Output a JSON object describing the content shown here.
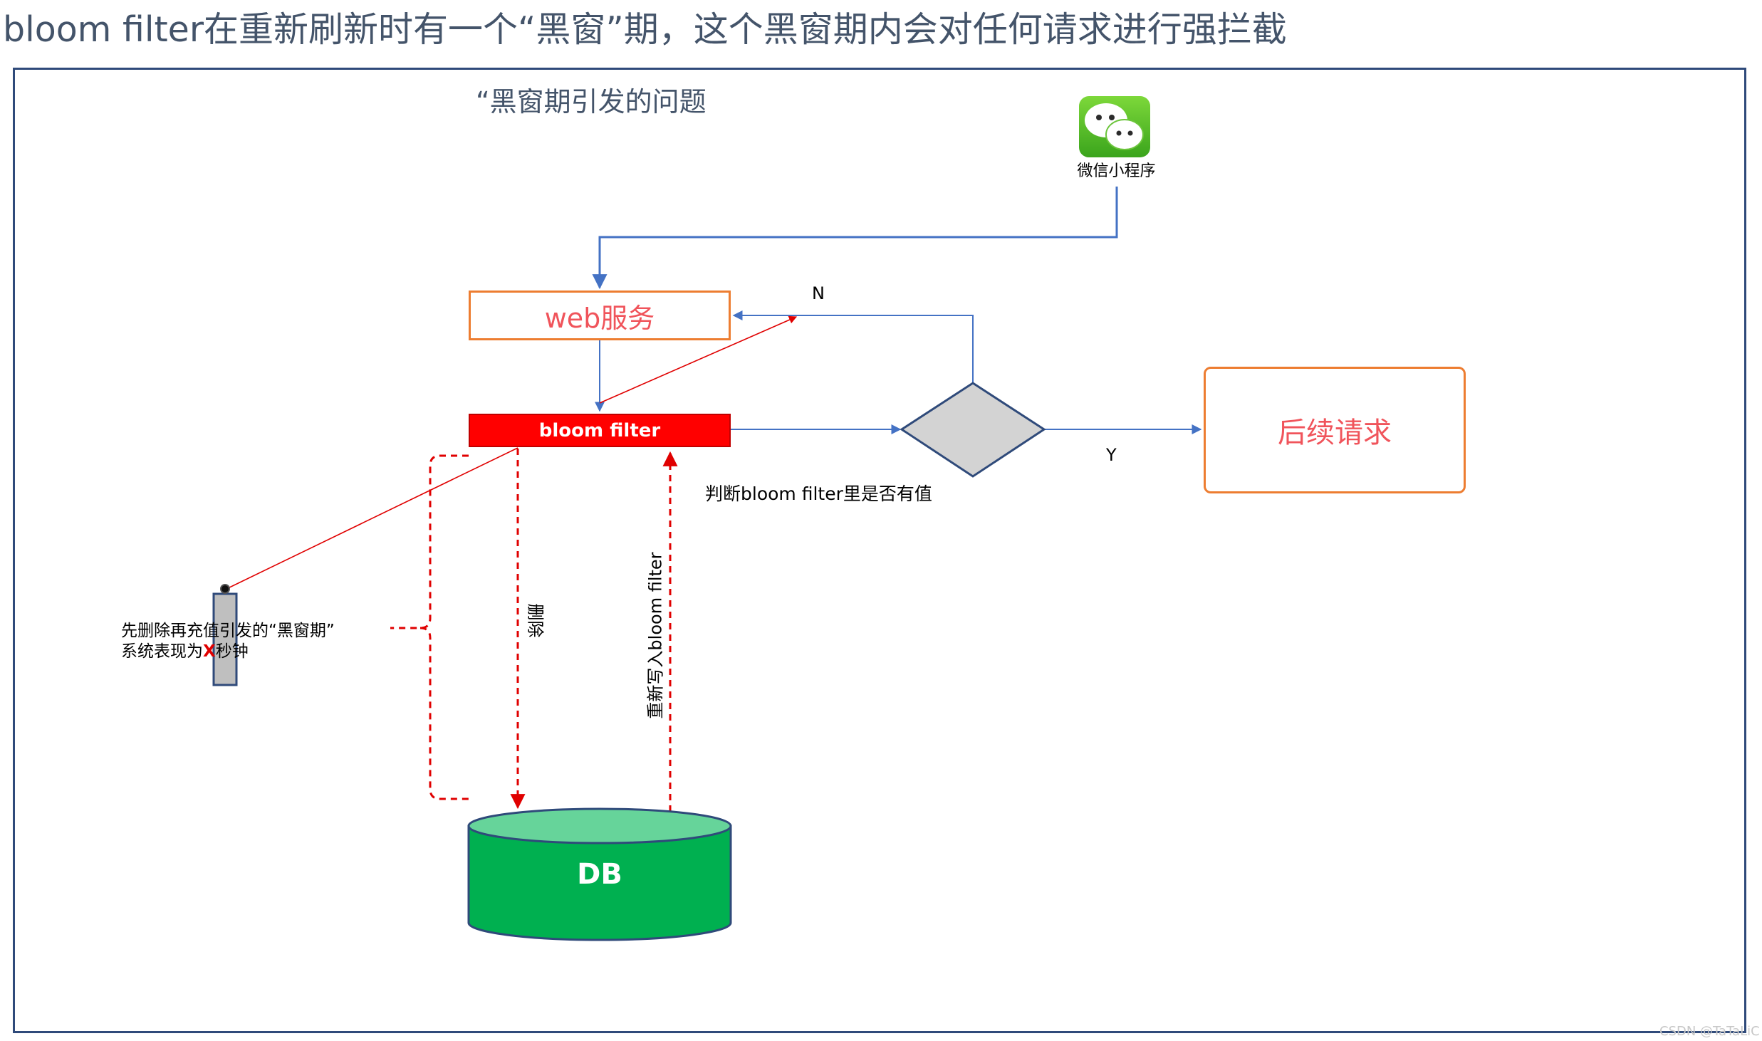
{
  "page_title": "bloom filter在重新刷新时有一个“黑窗”期，这个黑窗期内会对任何请求进行强拦截",
  "subtitle": "“黑窗期引发的问题",
  "nodes": {
    "wechat_label": "微信小程序",
    "web_service": "web服务",
    "bloom_filter": "bloom filter",
    "follow_up": "后续请求",
    "db": "DB"
  },
  "edge_labels": {
    "n": "N",
    "y": "Y",
    "judge": "判断bloom filter里是否有值",
    "delete": "删除",
    "rewrite": "重新写入bloom filter"
  },
  "side_note": {
    "line1": "先删除再充值引发的“黑窗期”",
    "line2_prefix": "系统表现为",
    "line2_marker": "X",
    "line2_suffix": "秒钟"
  },
  "watermark": "CSDN @TaTaLiC",
  "colors": {
    "title_text": "#44546a",
    "frame": "#2f4a7a",
    "box_border": "#ed7d31",
    "box_text": "#f0545b",
    "bloom_fill": "#ff0000",
    "arrow_blue": "#4472c4",
    "dashed_red": "#e00000",
    "db_fill": "#00b050",
    "db_top": "#66d49a",
    "decision_fill": "#d3d3d3"
  },
  "icons": [
    "wechat-icon"
  ]
}
